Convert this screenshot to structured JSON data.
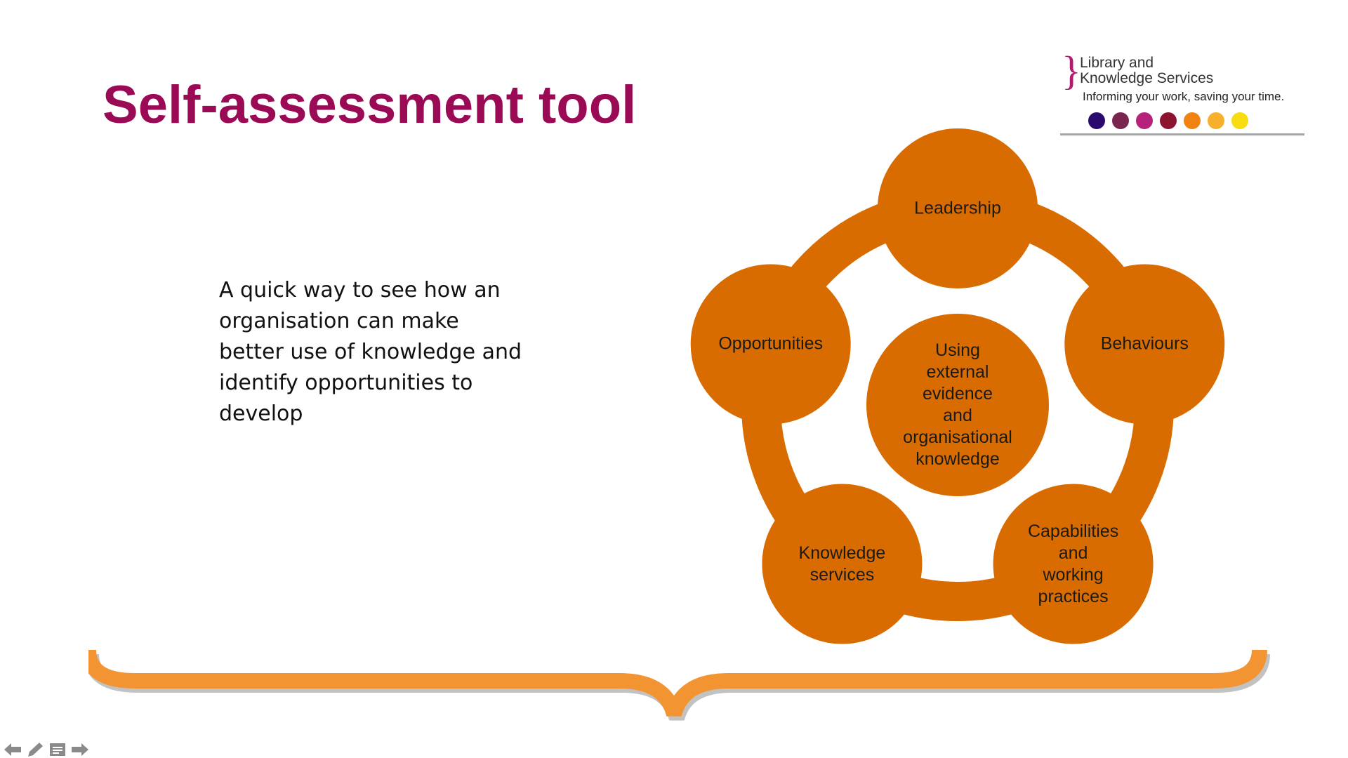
{
  "slide": {
    "title": "Self-assessment tool",
    "body": "A quick way to see how an organisation can make better use of knowledge and identify opportunities to develop"
  },
  "logo": {
    "line1": "Library and",
    "line2": "Knowledge Services",
    "tagline": "Informing your work, saving your time.",
    "dot_colors": [
      "#2b0a6e",
      "#7a2450",
      "#b5217b",
      "#8c1431",
      "#ef8211",
      "#f7b02b",
      "#f6dc10"
    ]
  },
  "diagram": {
    "ring_color": "#d96c00",
    "center": "Using\nexternal\nevidence\nand\norganisational\nknowledge",
    "nodes": [
      "Leadership",
      "Behaviours",
      "Capabilities\nand\nworking\npractices",
      "Knowledge\nservices",
      "Opportunities"
    ]
  },
  "decor": {
    "brace_color": "#f39433",
    "icons": [
      "arrow-left-icon",
      "pencil-icon",
      "notes-icon",
      "arrow-right-icon"
    ]
  }
}
